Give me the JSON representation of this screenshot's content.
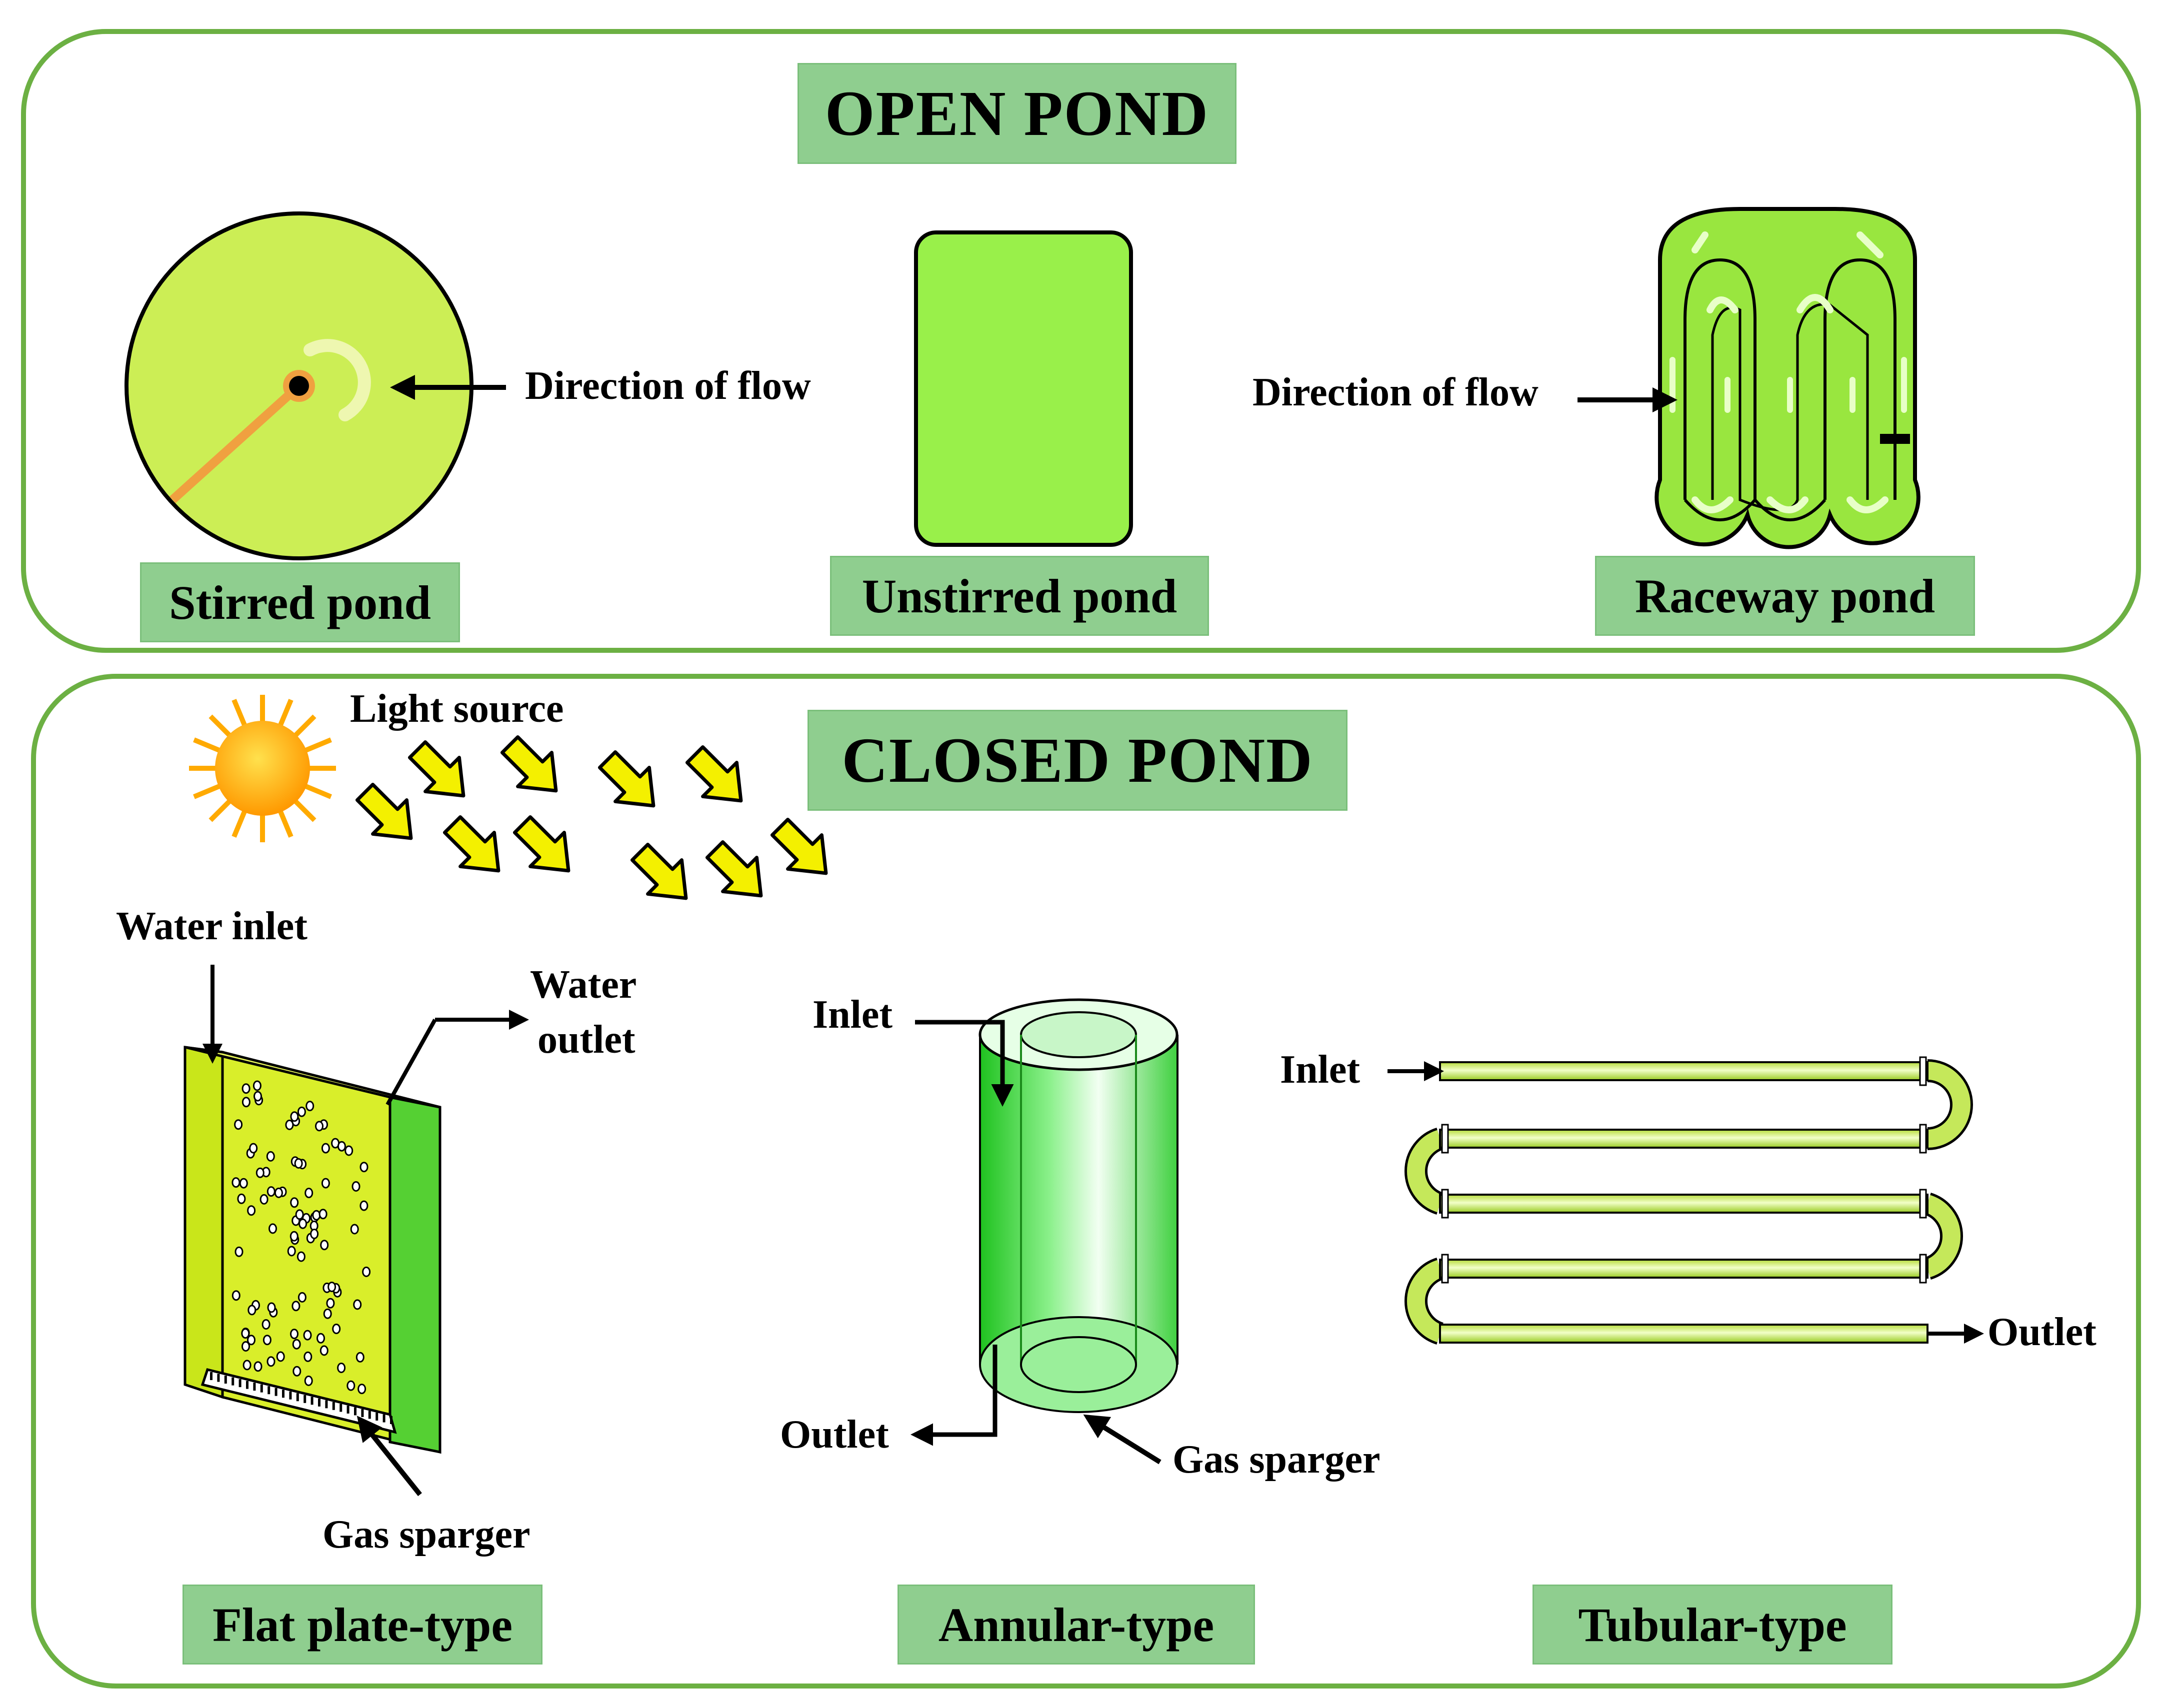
{
  "open_pond": {
    "title": "OPEN POND",
    "stirred_label": "Stirred pond",
    "unstirred_label": "Unstirred pond",
    "raceway_label": "Raceway pond",
    "stirred_flow_label": "Direction of flow",
    "raceway_flow_label": "Direction of flow"
  },
  "closed_pond": {
    "title": "CLOSED POND",
    "light_source_label": "Light source",
    "flat_plate": {
      "label": "Flat plate-type",
      "water_inlet": "Water inlet",
      "water_outlet_line1": "Water",
      "water_outlet_line2": "outlet",
      "gas_sparger": "Gas sparger"
    },
    "annular": {
      "label": "Annular-type",
      "inlet": "Inlet",
      "outlet": "Outlet",
      "gas_sparger": "Gas sparger"
    },
    "tubular": {
      "label": "Tubular-type",
      "inlet": "Inlet",
      "outlet": "Outlet"
    }
  },
  "colors": {
    "border_green": "#6cb043",
    "title_fill": "#8fce8f",
    "pond_green": "#99f04a",
    "stirred_fill": "#ccee55",
    "arrow_yellow": "#f4f000",
    "sun_orange": "#ffaa00"
  }
}
